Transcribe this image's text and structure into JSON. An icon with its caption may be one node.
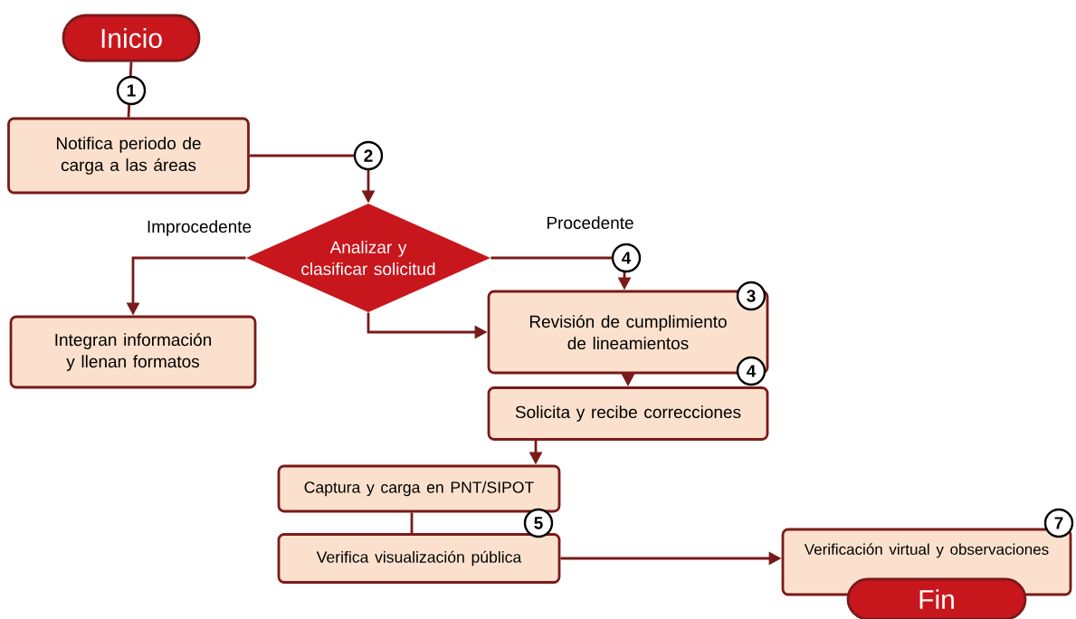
{
  "diagram": {
    "nodes": [
      {
        "text": [
          "Inicio"
        ]
      },
      {
        "text": [
          "Notifica periodo de carga a las áreas"
        ]
      },
      {
        "text": [
          "Analizar y clasificar solicitud"
        ]
      },
      {
        "text": [
          "Integran información y llenan formatos"
        ]
      },
      {
        "text": [
          "Revisión de cumplimiento de lineamientos"
        ]
      },
      {
        "text": [
          "Solicita y recibe correcciones"
        ]
      },
      {
        "text": [
          "Captura y carga en PNT/SIPOT"
        ]
      },
      {
        "text": [
          "Verifica visualización pública"
        ]
      },
      {
        "text": [
          "Verificación virtual y observaciones"
        ]
      },
      {
        "text": [
          "Fin"
        ]
      }
    ],
    "edges": [
      {
        "from": 0,
        "to": 1,
        "arrow": "none"
      },
      {
        "from": 1,
        "to": 2,
        "arrow": "to"
      },
      {
        "from": 2,
        "to": 3,
        "arrow": "to",
        "label": "Improcedente"
      },
      {
        "from": 2,
        "to": 4,
        "arrow": "to",
        "label": "Procedente"
      },
      {
        "from": 2,
        "to": 4,
        "arrow": "to"
      },
      {
        "from": 4,
        "to": 5,
        "arrow": "to"
      },
      {
        "from": 5,
        "to": 6,
        "arrow": "to"
      },
      {
        "from": 6,
        "to": 7,
        "arrow": "none"
      },
      {
        "from": 7,
        "to": 8,
        "arrow": "to"
      }
    ],
    "labels": [
      "1",
      "2",
      "4",
      "3",
      "4",
      "5",
      "7"
    ]
  }
}
